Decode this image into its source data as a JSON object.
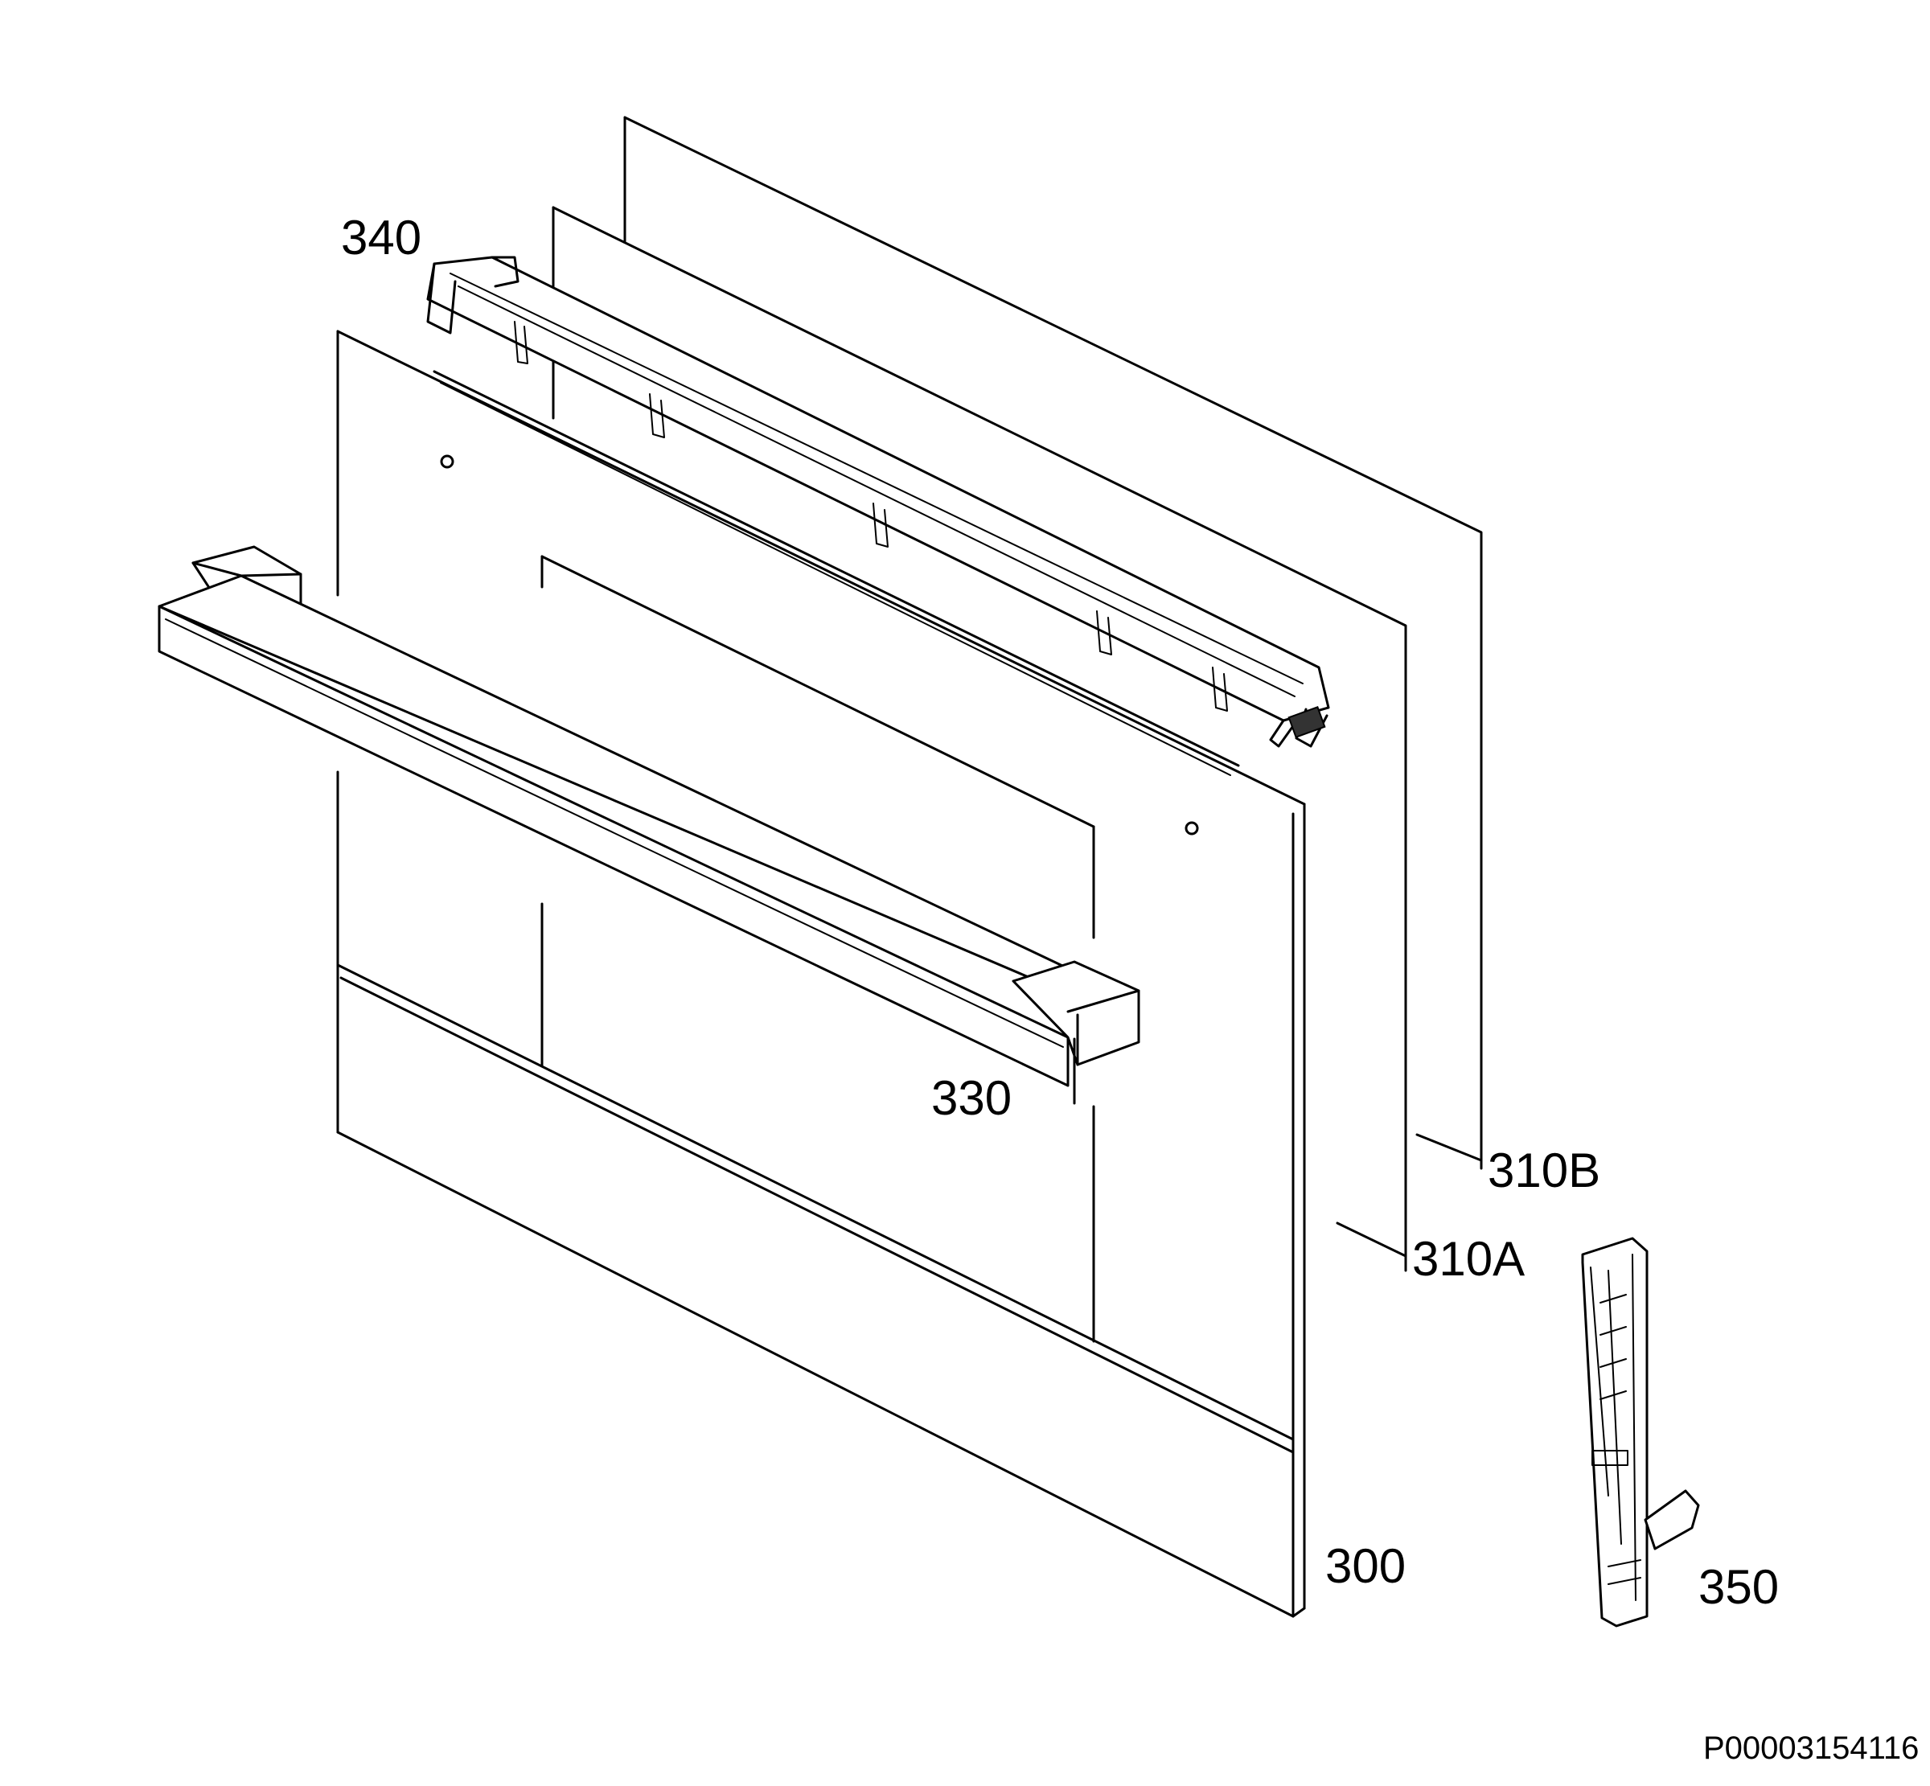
{
  "diagram": {
    "callouts": {
      "p340": "340",
      "p330": "330",
      "p310B": "310B",
      "p310A": "310A",
      "p300": "300",
      "p350": "350"
    },
    "drawing_code": "P00003154116"
  },
  "colors": {
    "line": "#000000",
    "background": "#ffffff"
  }
}
